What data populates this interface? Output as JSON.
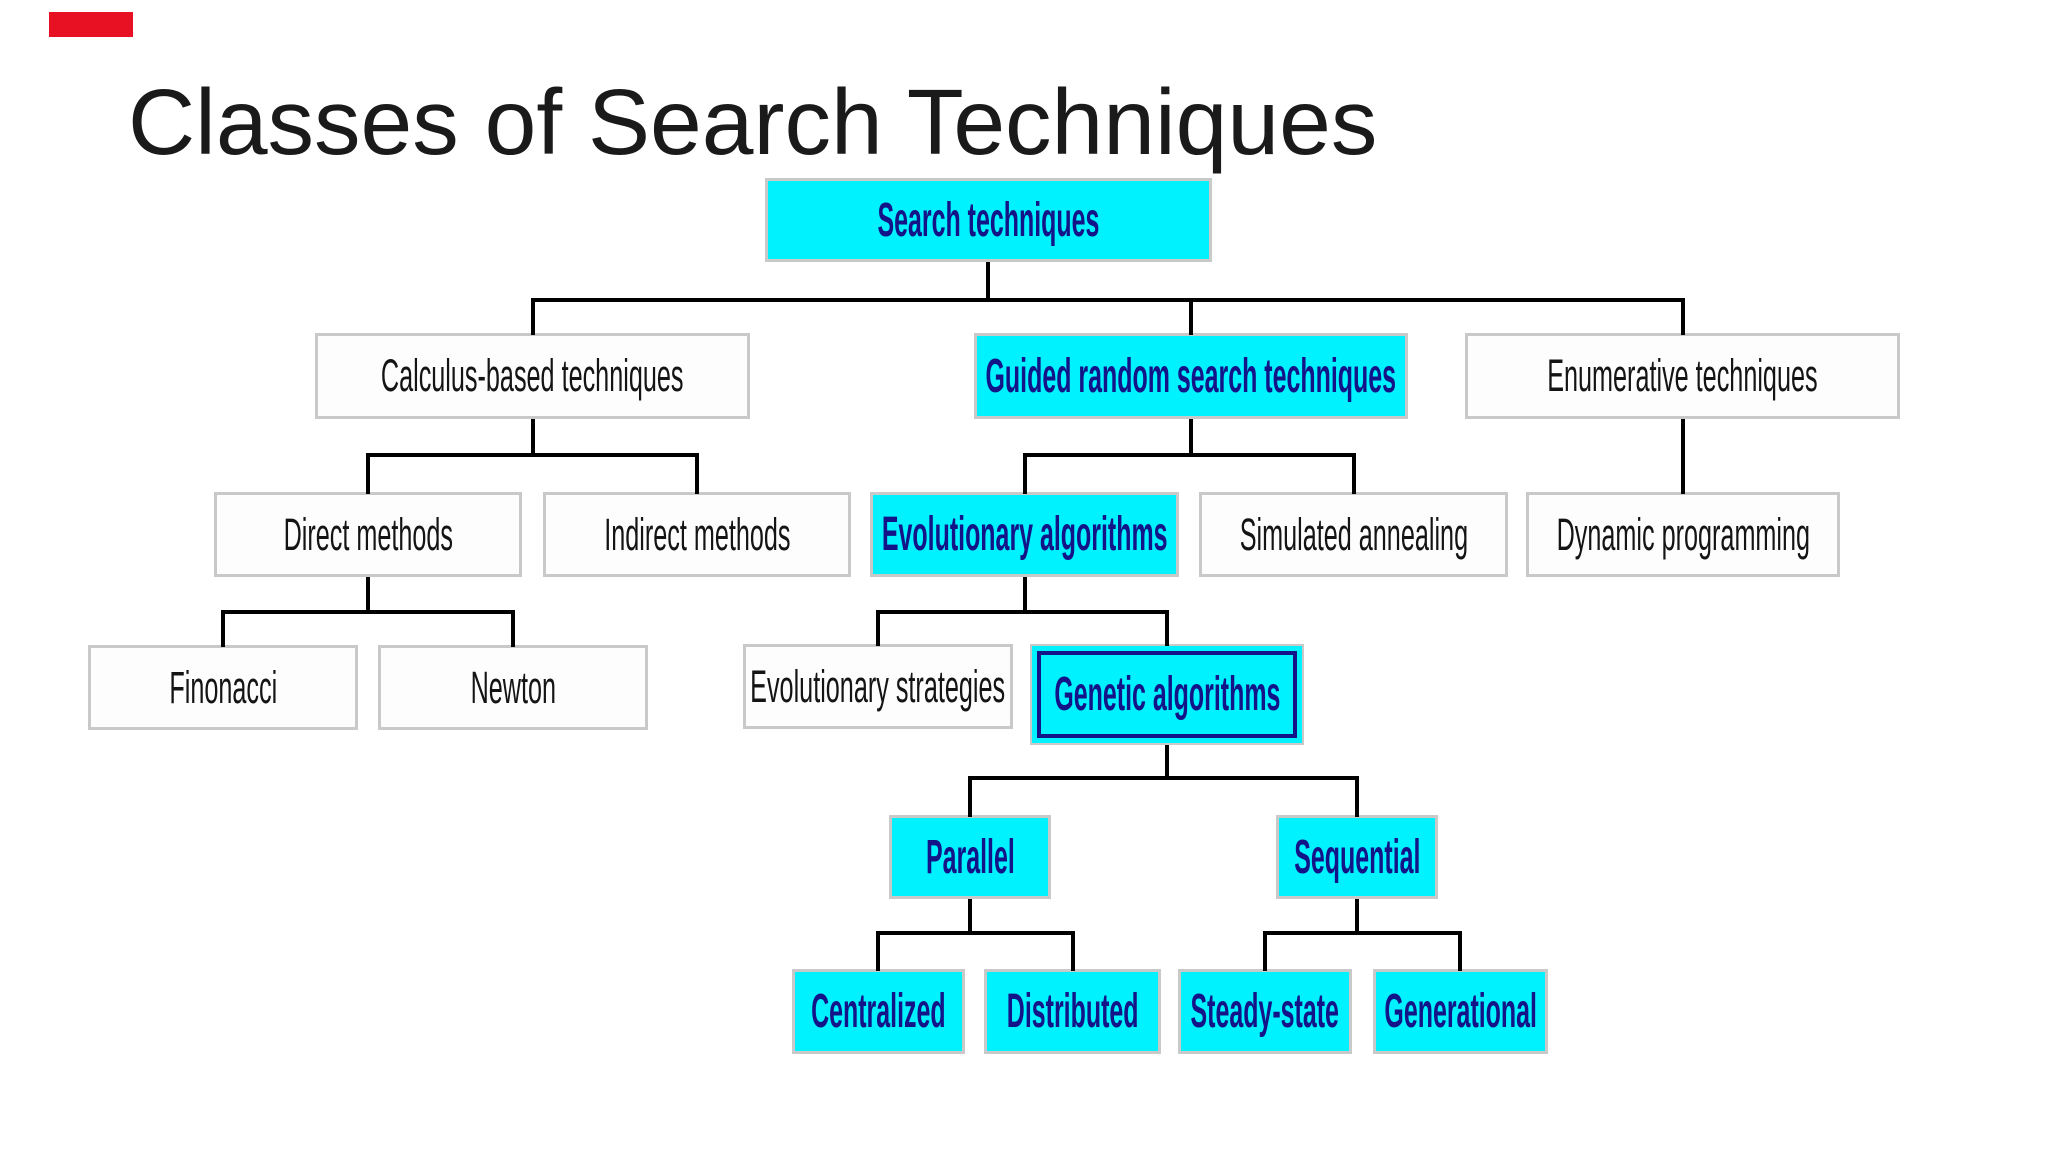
{
  "slide": {
    "title": "Classes of Search Techniques"
  },
  "marker": {
    "description": "red rectangle marker top-left",
    "color": "#e81123"
  },
  "colors": {
    "highlight_fill": "#00f2ff",
    "highlight_text": "#131487",
    "plain_fill": "#fdfdfd",
    "plain_text": "#141414",
    "box_border": "#c9c9c9",
    "connector": "#000000"
  },
  "nodes": {
    "search_techniques": {
      "label": "Search techniques",
      "style": "highlighted",
      "parent": null
    },
    "calculus": {
      "label": "Calculus-based techniques",
      "style": "plain",
      "parent": "search_techniques"
    },
    "guided": {
      "label": "Guided random search techniques",
      "style": "highlighted",
      "parent": "search_techniques"
    },
    "enumerative": {
      "label": "Enumerative techniques",
      "style": "plain",
      "parent": "search_techniques"
    },
    "direct": {
      "label": "Direct methods",
      "style": "plain",
      "parent": "calculus"
    },
    "indirect": {
      "label": "Indirect methods",
      "style": "plain",
      "parent": "calculus"
    },
    "evolutionary_algorithms": {
      "label": "Evolutionary algorithms",
      "style": "highlighted",
      "parent": "guided"
    },
    "simulated_annealing": {
      "label": "Simulated annealing",
      "style": "plain",
      "parent": "guided"
    },
    "dynamic_programming": {
      "label": "Dynamic programming",
      "style": "plain",
      "parent": "enumerative"
    },
    "finonacci": {
      "label": "Finonacci",
      "style": "plain",
      "parent": "direct"
    },
    "newton": {
      "label": "Newton",
      "style": "plain",
      "parent": "direct"
    },
    "evolutionary_strategies": {
      "label": "Evolutionary strategies",
      "style": "plain",
      "parent": "evolutionary_algorithms"
    },
    "genetic_algorithms": {
      "label": "Genetic algorithms",
      "style": "highlighted-double-border",
      "parent": "evolutionary_algorithms"
    },
    "parallel": {
      "label": "Parallel",
      "style": "highlighted",
      "parent": "genetic_algorithms"
    },
    "sequential": {
      "label": "Sequential",
      "style": "highlighted",
      "parent": "genetic_algorithms"
    },
    "centralized": {
      "label": "Centralized",
      "style": "highlighted",
      "parent": "parallel"
    },
    "distributed": {
      "label": "Distributed",
      "style": "highlighted",
      "parent": "parallel"
    },
    "steady_state": {
      "label": "Steady-state",
      "style": "highlighted",
      "parent": "sequential"
    },
    "generational": {
      "label": "Generational",
      "style": "highlighted",
      "parent": "sequential"
    }
  }
}
